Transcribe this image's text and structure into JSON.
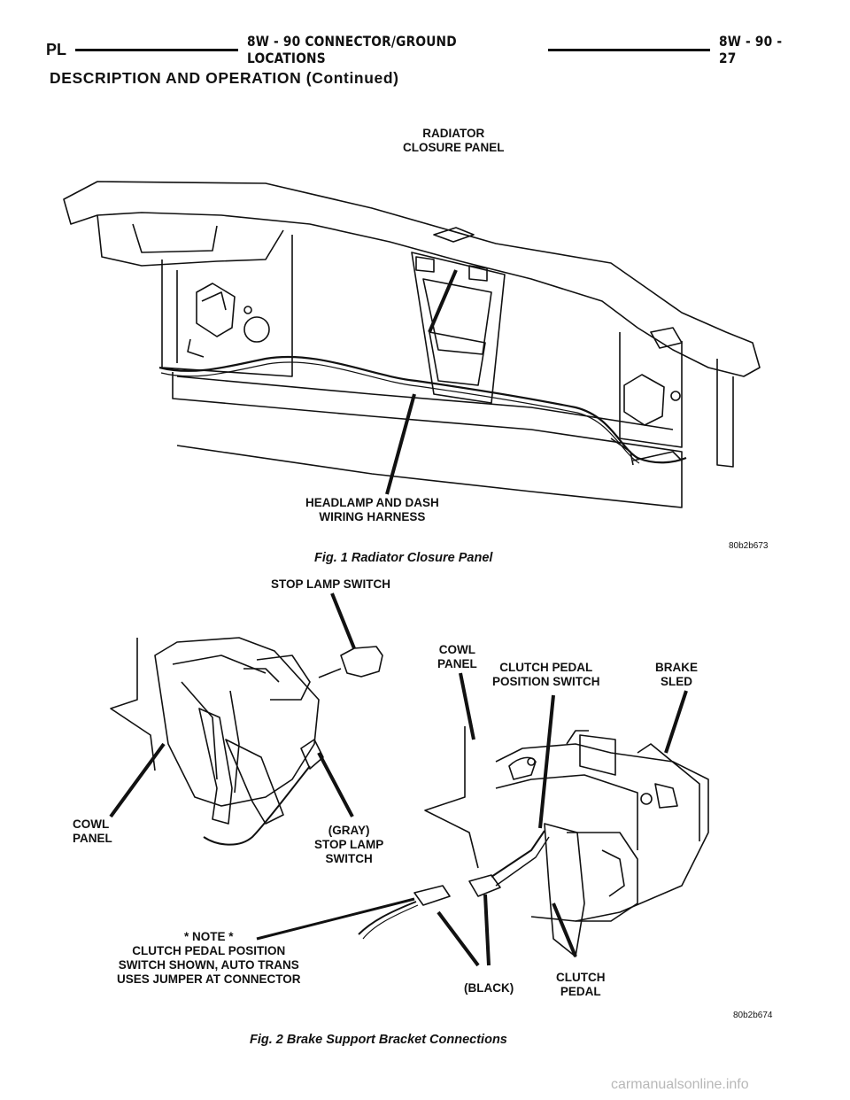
{
  "header": {
    "left": "PL",
    "center": "8W - 90 CONNECTOR/GROUND LOCATIONS",
    "right": "8W - 90 - 27"
  },
  "section_title": "DESCRIPTION AND OPERATION (Continued)",
  "figure1": {
    "callouts": {
      "radiator_closure_panel": "RADIATOR\nCLOSURE PANEL",
      "headlamp_dash_harness": "HEADLAMP AND DASH\nWIRING HARNESS"
    },
    "id": "80b2b673",
    "caption": "Fig. 1 Radiator Closure Panel"
  },
  "figure2": {
    "callouts": {
      "stop_lamp_switch": "STOP LAMP SWITCH",
      "cowl_panel_right": "COWL\nPANEL",
      "clutch_pedal_position_switch": "CLUTCH PEDAL\nPOSITION SWITCH",
      "brake_sled": "BRAKE\nSLED",
      "cowl_panel_left": "COWL\nPANEL",
      "gray_stop_lamp_switch": "(GRAY)\nSTOP LAMP\nSWITCH",
      "note": "* NOTE *\nCLUTCH PEDAL POSITION\nSWITCH SHOWN, AUTO TRANS\nUSES JUMPER AT CONNECTOR",
      "black": "(BLACK)",
      "clutch_pedal": "CLUTCH\nPEDAL"
    },
    "id": "80b2b674",
    "caption": "Fig. 2 Brake Support Bracket Connections"
  },
  "watermark": "carmanualsonline.info"
}
